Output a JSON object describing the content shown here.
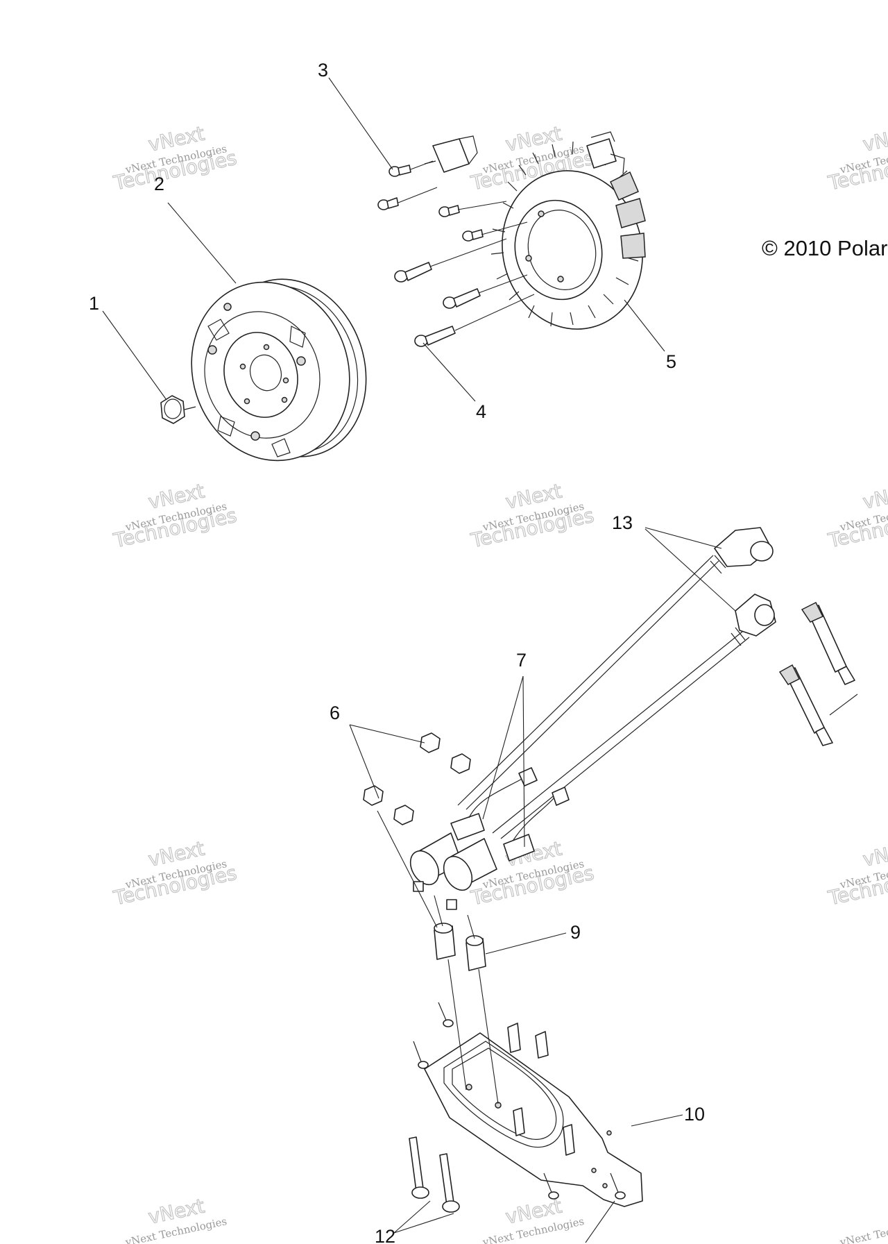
{
  "copyright": "© 2010 Polar",
  "watermark": {
    "line1": "vNext Technologies",
    "line2": "vNext",
    "line3": "Technologies"
  },
  "callouts": [
    "1",
    "2",
    "3",
    "4",
    "5",
    "6",
    "7",
    "9",
    "10",
    "12",
    "13"
  ]
}
